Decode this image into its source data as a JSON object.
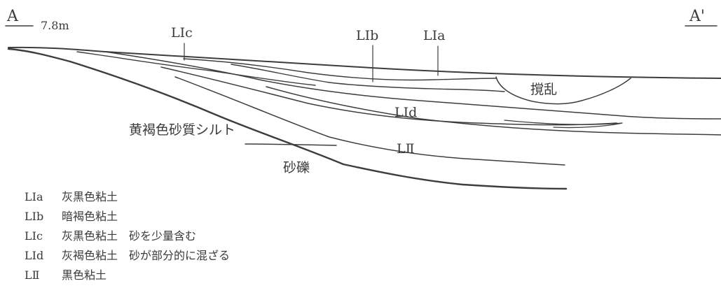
{
  "section": {
    "point_start": "A",
    "point_end": "A'",
    "elevation": "7.8m"
  },
  "layer_labels": {
    "lic": "LⅠc",
    "lib": "LⅠb",
    "lia": "LⅠa",
    "lid": "LⅠd",
    "lii": "LⅡ",
    "disturbed": "撹乱",
    "silt": "黄褐色砂質シルト",
    "gravel": "砂礫"
  },
  "legend": [
    {
      "code": "LⅠa",
      "desc": "灰黒色粘土"
    },
    {
      "code": "LⅠb",
      "desc": "暗褐色粘土"
    },
    {
      "code": "LⅠc",
      "desc": "灰黒色粘土　砂を少量含む"
    },
    {
      "code": "LⅠd",
      "desc": "灰褐色粘土　砂が部分的に混ざる"
    },
    {
      "code": "LⅡ",
      "desc": "黒色粘土"
    }
  ]
}
